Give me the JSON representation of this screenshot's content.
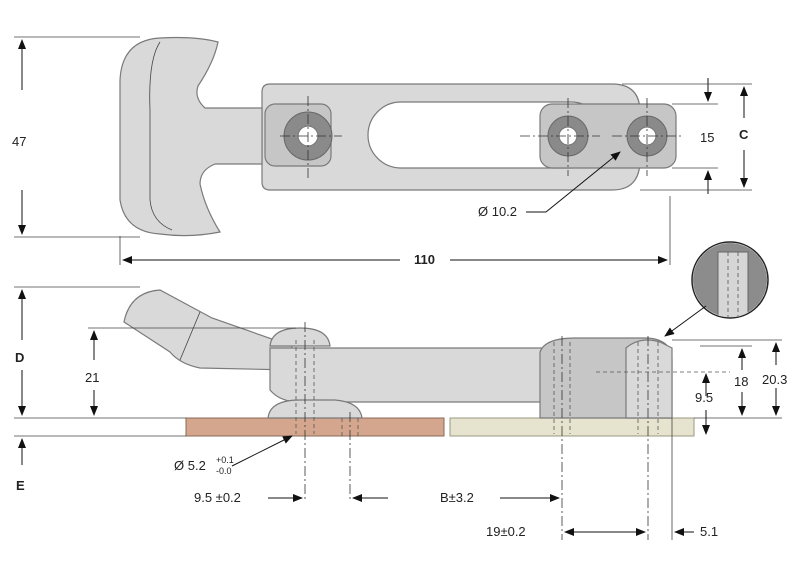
{
  "drawing": {
    "top_view": {
      "dim_height": "47",
      "dim_length": "110",
      "dim_slot": "15",
      "dim_c": "C",
      "dim_hole": "Ø 10.2"
    },
    "side_view": {
      "dim_d": "D",
      "dim_21": "21",
      "dim_e": "E",
      "dim_18": "18",
      "dim_203": "20.3",
      "dim_95": "9.5",
      "dim_screw": "Ø 5.2",
      "tol_plus": "+0.1",
      "tol_minus": "-0.0",
      "dim_offset": "9.5 ±0.2",
      "dim_b": "B±3.2",
      "dim_19": "19±0.2",
      "dim_51": "5.1"
    }
  },
  "colors": {
    "part": "#d9d9d9",
    "bracket": "#c6c6c6",
    "plate_left": "#d4a68e",
    "plate_right": "#e6e4cf"
  }
}
